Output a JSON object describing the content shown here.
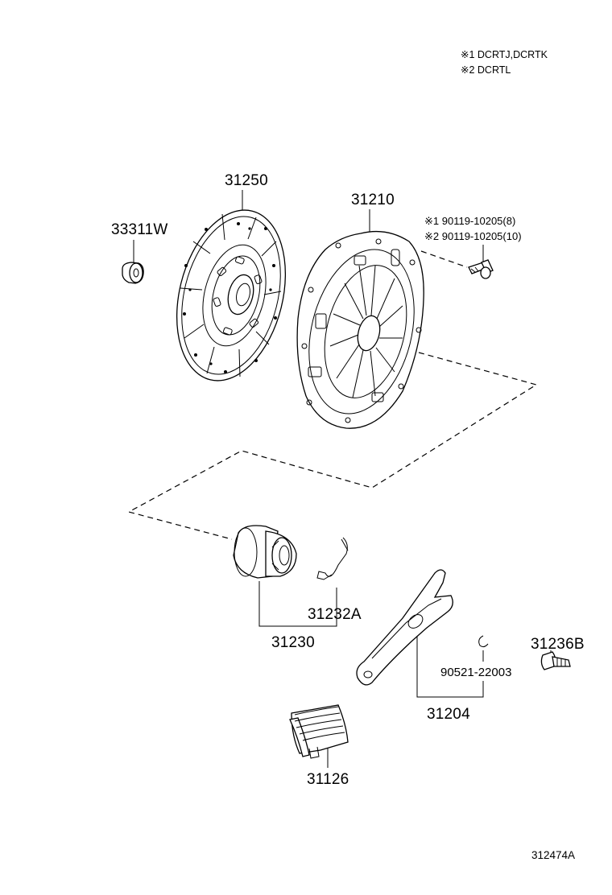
{
  "notes": {
    "note1": "※1 DCRTJ,DCRTK",
    "note2": "※2 DCRTL"
  },
  "labels": {
    "p31250": "31250",
    "p33311W": "33311W",
    "p31210": "31210",
    "bolt1": "※1 90119-10205(8)",
    "bolt2": "※2 90119-10205(10)",
    "p31232A": "31232A",
    "p31230": "31230",
    "p31236B": "31236B",
    "p90521": "90521-22003",
    "p31204": "31204",
    "p31126": "31126"
  },
  "diagram_code": "312474A"
}
